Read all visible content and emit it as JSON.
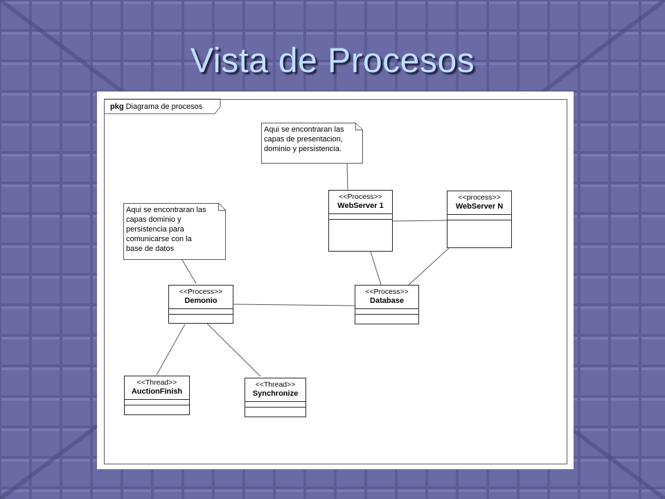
{
  "slide": {
    "title": "Vista de Procesos"
  },
  "frame": {
    "keyword": "pkg",
    "name": "Diagrama de procesos"
  },
  "notes": [
    {
      "id": "note-webserver",
      "lines": [
        "Aqui se encontraran las",
        "capas de presentacion,",
        "dominio y persistencia."
      ]
    },
    {
      "id": "note-demonio",
      "lines": [
        "Aqui se encontraran las",
        "capas  dominio y",
        "persistencia para",
        "comunicarse con la",
        "base de datos"
      ]
    }
  ],
  "elements": [
    {
      "id": "webserver1",
      "stereotype": "<<Process>>",
      "name": "WebServer 1"
    },
    {
      "id": "webservern",
      "stereotype": "<<process>>",
      "name": "WebServer N"
    },
    {
      "id": "demonio",
      "stereotype": "<<Process>>",
      "name": "Demonio"
    },
    {
      "id": "database",
      "stereotype": "<<Process>>",
      "name": "Database"
    },
    {
      "id": "auctionfinish",
      "stereotype": "<<Thread>>",
      "name": "AuctionFinish"
    },
    {
      "id": "synchronize",
      "stereotype": "<<Thread>>",
      "name": "Synchronize"
    }
  ],
  "links": [
    {
      "from": "webserver1",
      "to": "webservern"
    },
    {
      "from": "webserver1",
      "to": "database"
    },
    {
      "from": "webservern",
      "to": "database"
    },
    {
      "from": "demonio",
      "to": "database"
    },
    {
      "from": "demonio",
      "to": "auctionfinish"
    },
    {
      "from": "demonio",
      "to": "synchronize"
    },
    {
      "from": "note-webserver",
      "to": "webserver1"
    },
    {
      "from": "note-demonio",
      "to": "demonio"
    }
  ]
}
